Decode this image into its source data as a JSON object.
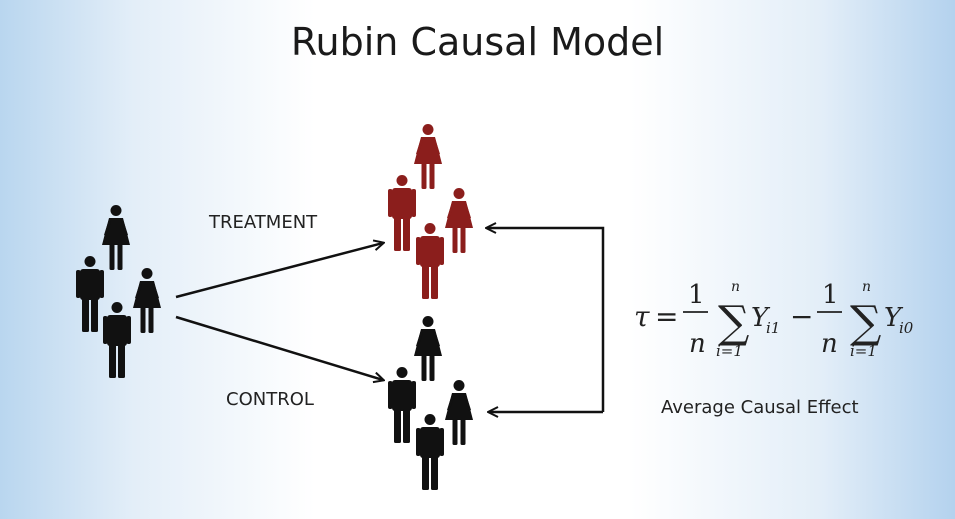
{
  "title": "Rubin Causal Model",
  "labels": {
    "treatment": "TREATMENT",
    "control": "CONTROL",
    "effect": "Average Causal Effect"
  },
  "formula": {
    "tau": "τ",
    "eq": "=",
    "minus": "−",
    "one": "1",
    "n": "n",
    "sum": "∑",
    "Y": "Y",
    "sub1": "i1",
    "sub0": "i0",
    "lower": "i=1"
  },
  "colors": {
    "black": "#111111",
    "treatment": "#8b1e1c"
  },
  "icons": [
    "man-icon",
    "woman-icon",
    "arrow-icon"
  ]
}
